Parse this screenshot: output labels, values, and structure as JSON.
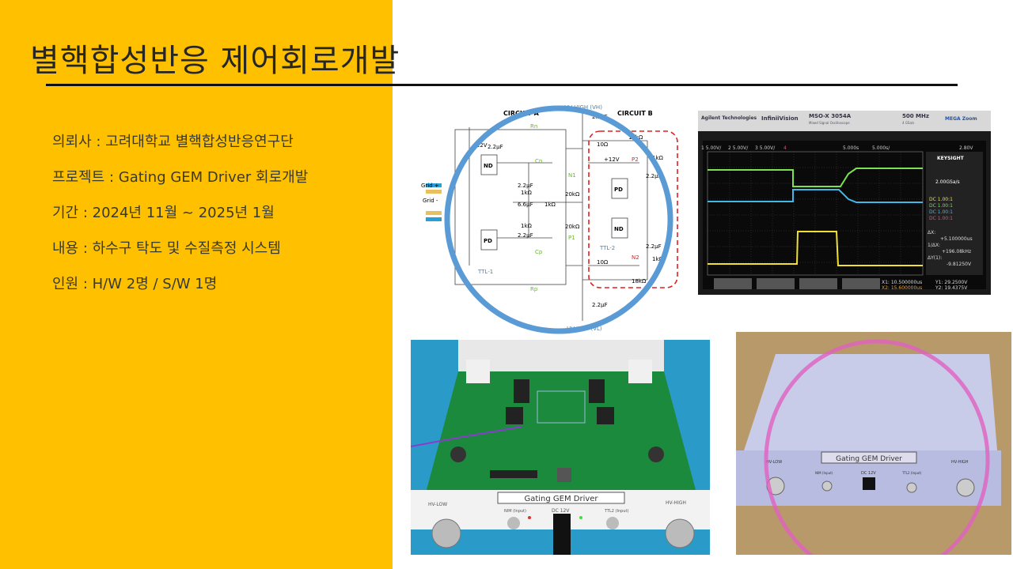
{
  "slide": {
    "title": "별핵합성반응 제어회로개발",
    "info": [
      "의뢰사 : 고려대학교 별핵합성반응연구단",
      "프로젝트 : Gating GEM Driver 회로개발",
      "기간 : 2024년 11월 ~ 2025년 1월",
      "내용 : 하수구 탁도 및 수질측정 시스템",
      "인원 : H/W 2명 / S/W 1명"
    ]
  },
  "circuit": {
    "circuit_a": "CIRCUIT A",
    "circuit_b": "CIRCUIT B",
    "hv_high": "HV-HIGH (VH)",
    "hv_low": "HV-LOW (VL)",
    "grid_plus": "Grid +",
    "grid_minus": "Grid -",
    "ttl1": "TTL-1",
    "ttl2": "TTL-2",
    "rn": "Rn",
    "rp": "Rp",
    "cn": "Cn",
    "cp": "Cp",
    "n1": "N1",
    "p1": "P1",
    "n2": "N2",
    "p2": "P2",
    "nd": "ND",
    "pd": "PD",
    "v12": "+12V",
    "c22": "2.2µF",
    "c66": "6.6µF",
    "r1k": "1kΩ",
    "r20k": "20kΩ",
    "r10": "10Ω",
    "r18k": "18kΩ",
    "colors": {
      "highlight_circle": "#5B9BD5",
      "dashed_box": "#E02020",
      "label_green": "#66BB22",
      "label_blue": "#4A7FB0"
    }
  },
  "scope": {
    "brand": "Agilent Technologies",
    "series": "InfiniiVision",
    "model": "MSO-X 3054A",
    "model_sub": "Mixed Signal Oscilloscope",
    "bandwidth": "500 MHz",
    "sample": "4 GSa/s",
    "zoom_logo": "MEGA Zoom",
    "ch1": "1  5.00V/",
    "ch2": "2  5.00V/",
    "ch3": "3  5.00V/",
    "ch4": "4",
    "time_pos": "5.000s",
    "time_div": "5.000s/",
    "trig": "2.80V",
    "keysight": "KEYSIGHT",
    "rate": "2.00GSa/s",
    "probes": [
      "DC 1.00:1",
      "DC 1.00:1",
      "DC 1.00:1",
      "DC 1.00:1"
    ],
    "dx_label": "ΔX:",
    "dx": "+5.100000us",
    "inv_dx_label": "1/ΔX:",
    "inv_dx": "+196.08kHz",
    "dy_label": "ΔY(1):",
    "dy": "-9.81250V",
    "x1": "X1: 10.500000us",
    "x2": "X2: 15.600000us",
    "y1": "Y1: 29.2500V",
    "y2": "Y2: 19.4375V"
  },
  "pcb_photo": {
    "panel_label": "Gating GEM Driver",
    "hv_low": "HV-LOW",
    "hv_high": "HV-HIGH",
    "nim": "NIM (Input)",
    "dc": "DC 12V",
    "ttl2": "TTL2 (Input)"
  },
  "box_photo": {
    "panel_label": "Gating GEM Driver",
    "hv_low": "HV-LOW",
    "hv_high": "HV-HIGH",
    "nim": "NIM (Input)",
    "dc": "DC 12V",
    "ttl2": "TTL2 (Input)",
    "circle_color": "#E060C0"
  }
}
